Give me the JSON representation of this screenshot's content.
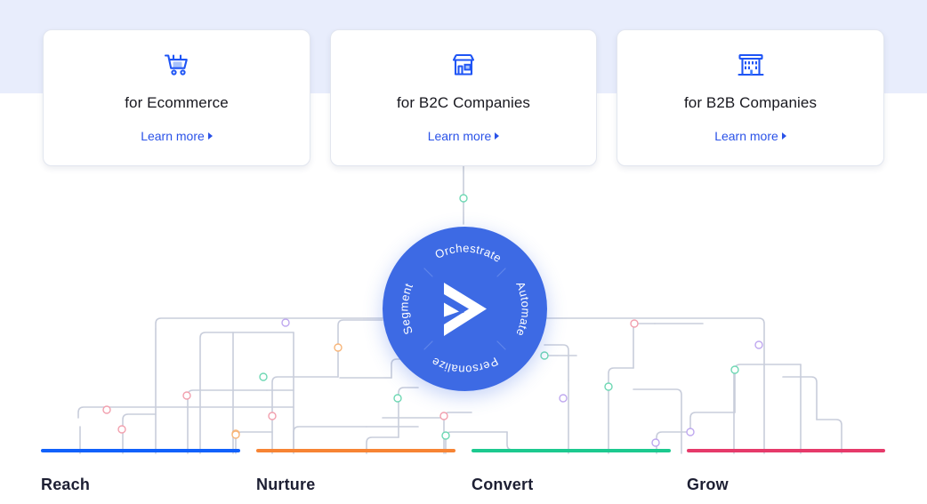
{
  "theme": {
    "band_bg": "#e8edfc",
    "page_bg": "#ffffff",
    "brand_blue": "#2a52e8",
    "hub_blue": "#3d6ae4",
    "card_border": "#e2e6ef",
    "text_dark": "#18181f",
    "line_gray": "#c8cddb"
  },
  "cards": [
    {
      "id": "ecommerce",
      "icon": "shopping-cart-icon",
      "title": "for Ecommerce",
      "link_label": "Learn more"
    },
    {
      "id": "b2c",
      "icon": "storefront-icon",
      "title": "for B2C Companies",
      "link_label": "Learn more"
    },
    {
      "id": "b2b",
      "icon": "office-building-icon",
      "title": "for B2B Companies",
      "link_label": "Learn more"
    }
  ],
  "hub": {
    "logo_icon": "activecampaign-chevron-logo",
    "ring_labels": [
      {
        "text": "Orchestrate",
        "position": "top"
      },
      {
        "text": "Automate",
        "position": "right"
      },
      {
        "text": "Personalize",
        "position": "bottom"
      },
      {
        "text": "Segment",
        "position": "left"
      }
    ]
  },
  "phases": [
    {
      "label": "Reach",
      "color": "#1161fb"
    },
    {
      "label": "Nurture",
      "color": "#f78434"
    },
    {
      "label": "Convert",
      "color": "#1cc98f"
    },
    {
      "label": "Grow",
      "color": "#e63a6a"
    }
  ],
  "network": {
    "node_colors": [
      "#f2a0ae",
      "#f7b579",
      "#6fd8b4",
      "#bfa8ef"
    ],
    "line_color": "#c8cddb"
  }
}
